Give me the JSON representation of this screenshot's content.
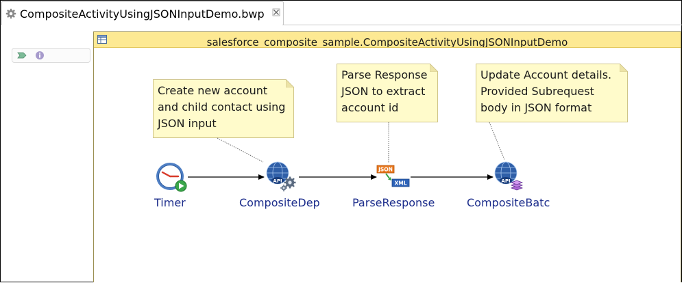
{
  "editor": {
    "tab_title": "CompositeActivityUsingJSONInputDemo.bwp"
  },
  "process": {
    "title": "salesforce_composite_sample.CompositeActivityUsingJSONInputDemo"
  },
  "notes": [
    {
      "lines": [
        "Create new account",
        "and child contact using",
        "JSON input"
      ]
    },
    {
      "lines": [
        "Parse Response",
        "JSON to extract",
        "account id"
      ]
    },
    {
      "lines": [
        "Update Account details.",
        "Provided Subrequest",
        "body in JSON format"
      ]
    }
  ],
  "activities": [
    {
      "label": "Timer",
      "icon": "timer-icon"
    },
    {
      "label": "CompositeDep",
      "icon": "api-gear-icon"
    },
    {
      "label": "ParseResponse",
      "icon": "json-to-xml-icon",
      "badge_top": "JSON",
      "badge_bottom": "XML"
    },
    {
      "label": "CompositeBatc",
      "icon": "api-stack-icon"
    }
  ],
  "colors": {
    "header": "#fde993",
    "note": "#fffbcb",
    "label": "#1d2e8c"
  }
}
